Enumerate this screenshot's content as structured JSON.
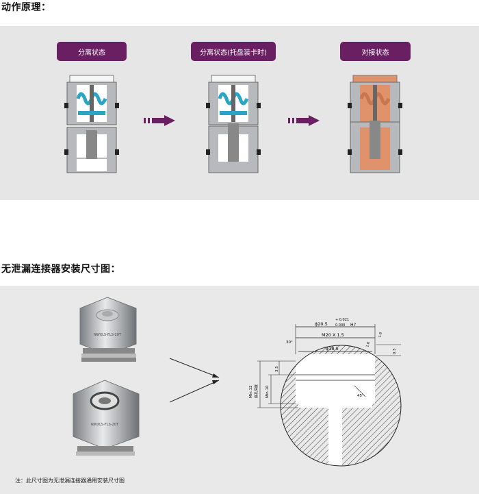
{
  "section1": {
    "title": "动作原理：",
    "states": [
      {
        "label": "分离状态"
      },
      {
        "label": "分离状态(托盘装卡时)"
      },
      {
        "label": "对接状态"
      }
    ],
    "colors": {
      "accent": "#6a1f63",
      "fluid_blue": "#2aa5c4",
      "fluid_orange": "#e0936a",
      "body_gray": "#b7b9bc"
    }
  },
  "section2": {
    "title": "无泄漏连接器安装尺寸图：",
    "product_label_top": "NWXLS-FLS-20T",
    "product_label_bottom": "NWXLS-FLS-20T",
    "dims": {
      "bore": "ɸ20.5",
      "tol_upper": "+ 0.021",
      "tol_lower": "0.000",
      "fit": "H7",
      "thread": "M20 X 1.5",
      "inner": "ɸ18.5",
      "angle": "30°",
      "angle2": "45°",
      "small1": "1.6",
      "small2": "1.6",
      "chamfer": "0.5",
      "depth_small": "3.5",
      "min12": "Min.12",
      "min12_sub": "底孔深度",
      "min10": "Min.10"
    },
    "note": "注：此尺寸图为无泄漏连接器通用安装尺寸图"
  }
}
